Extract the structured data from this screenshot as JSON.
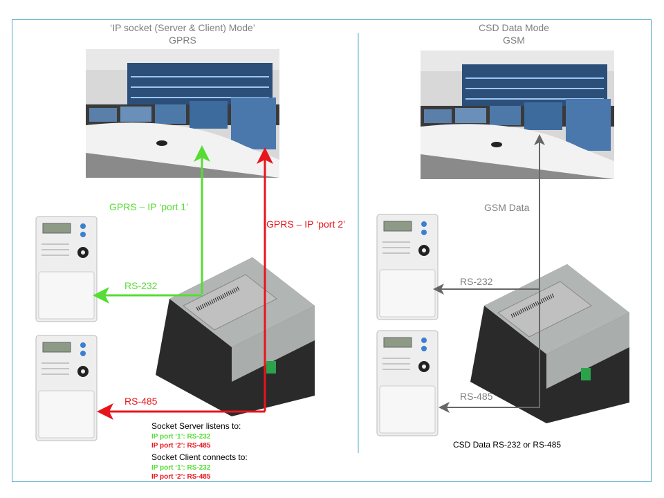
{
  "left_panel": {
    "title_line1": "‘IP socket (Server & Client) Mode’",
    "title_line2": "GPRS",
    "port1_label": "GPRS – IP ‘port 1’",
    "port2_label": "GPRS – IP ‘port 2’",
    "rs232_label": "RS-232",
    "rs485_label": "RS-485",
    "server_heading": "Socket Server  listens to:",
    "server_port1": "IP port ‘1’: RS-232",
    "server_port2": "IP port ‘2’: RS-485",
    "client_heading": "Socket Client  connects  to:",
    "client_port1": "IP port ‘1’: RS-232",
    "client_port2": "IP port ‘2’: RS-485"
  },
  "right_panel": {
    "title_line1": "CSD Data Mode",
    "title_line2": "GSM",
    "gsm_label": "GSM Data",
    "rs232_label": "RS-232",
    "rs485_label": "RS-485",
    "caption": "CSD Data RS-232  or RS-485"
  },
  "colors": {
    "green": "#55dd33",
    "red": "#e8141c",
    "gray": "#777777",
    "frame": "#4bacc6",
    "title": "#7f7f7f"
  }
}
